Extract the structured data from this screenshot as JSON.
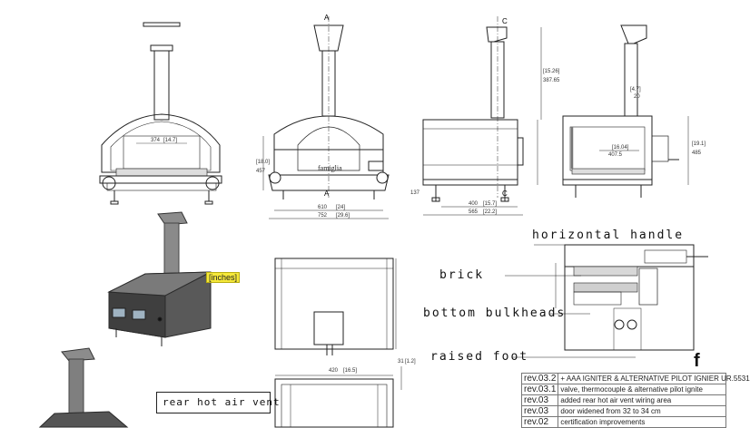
{
  "labels": {
    "horizontal_handle": "horizontal handle",
    "brick": "brick",
    "bottom_bulkheads": "bottom bulkheads",
    "raised_foot": "raised foot",
    "rear_hot_air_vent": "rear hot air vent",
    "inches": "[inches]",
    "brand": "famiglia",
    "sheet_letter": "f"
  },
  "section_marks": {
    "a": "A",
    "c": "C"
  },
  "dimensions": {
    "front_width": "610",
    "front_width_in": "[24]",
    "front_overall": "752",
    "front_overall_in": "[29.6]",
    "front_height": "457",
    "front_height_in": "[18.0]",
    "side_depth": "400",
    "side_depth_in": "[15.7]",
    "side_overall": "565",
    "side_overall_in": "[22.2]",
    "side_total": "387.65",
    "side_total_in": "[15.26]",
    "section_inner": "407.5",
    "section_inner_in": "[16.04]",
    "section_height": "485",
    "section_height_in": "[19.1]",
    "section_flue": "20",
    "section_flue_in": "[4.7]",
    "feet": "137",
    "plan_width": "420",
    "plan_width_in": "[16.5]",
    "bottom_depth": "31",
    "bottom_depth_in": "[1.2]",
    "left_inner": "374",
    "left_inner_in": "[14.7]"
  },
  "revisions": [
    {
      "rev": "rev.03.2",
      "desc": "+ AAA IGNITER & ALTERNATIVE PILOT IGNIER UR.5531"
    },
    {
      "rev": "rev.03.1",
      "desc": "valve, thermocouple & alternative pilot ignite"
    },
    {
      "rev": "rev.03",
      "desc": "added rear hot air vent  wiring area"
    },
    {
      "rev": "rev.03",
      "desc": "door widened from 32 to 34 cm"
    },
    {
      "rev": "rev.02",
      "desc": "certification improvements"
    }
  ]
}
